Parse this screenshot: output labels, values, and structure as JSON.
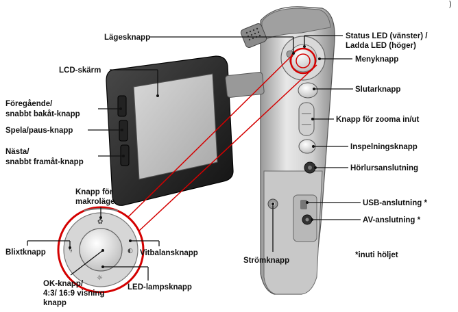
{
  "header_fragment": ")",
  "labels": {
    "mode_button": "Lägesknapp",
    "lcd_screen": "LCD-skärm",
    "prev_line1": "Föregående/",
    "prev_line2": "snabbt bakåt-knapp",
    "play_pause": "Spela/paus-knapp",
    "next_line1": "Nästa/",
    "next_line2": "snabbt framåt-knapp",
    "macro_line1": "Knapp för",
    "macro_line2": "makroläge",
    "flash": "Blixtknapp",
    "ok_line1": "OK-knapp/",
    "ok_line2": "4:3/ 16:9 visning",
    "ok_line3": "knapp",
    "led_lamp": "LED-lampsknapp",
    "white_balance": "Vitbalansknapp",
    "power": "Strömknapp",
    "status_led_line1": "Status LED (vänster) /",
    "status_led_line2": "Ladda LED (höger)",
    "menu": "Menyknapp",
    "shutter": "Slutarknapp",
    "zoom": "Knapp för zooma in/ut",
    "record": "Inspelningsknapp",
    "headphone": "Hörlursanslutning",
    "usb": "USB-anslutning *",
    "av": "AV-anslutning *",
    "inside_cover": "*inuti höljet"
  }
}
